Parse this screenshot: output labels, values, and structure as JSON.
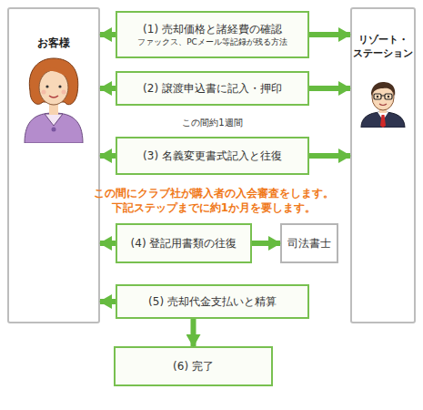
{
  "diagram": {
    "nodes": [
      {
        "text": [
          "お客様"
        ]
      },
      {
        "text": [
          "リゾート・ステーション"
        ]
      },
      {
        "text": [
          "(1) 売却価格と諸経費の確認",
          "ファックス、PCメール等記録が残る方法"
        ]
      },
      {
        "text": [
          "(2) 譲渡申込書に記入・押印"
        ]
      },
      {
        "text": [
          "(3) 名義変更書式記入と往復"
        ]
      },
      {
        "text": [
          "(4) 登記用書類の往復"
        ]
      },
      {
        "text": [
          "司法書士"
        ]
      },
      {
        "text": [
          "(5) 売却代金支払いと精算"
        ]
      },
      {
        "text": [
          "(6) 完了"
        ]
      }
    ],
    "edges": [
      {
        "from": 2,
        "to": 0,
        "arrow": "to"
      },
      {
        "from": 2,
        "to": 1,
        "arrow": "to"
      },
      {
        "from": 3,
        "to": 0,
        "arrow": "to"
      },
      {
        "from": 3,
        "to": 1,
        "arrow": "to"
      },
      {
        "from": 4,
        "to": 0,
        "arrow": "to"
      },
      {
        "from": 4,
        "to": 1,
        "arrow": "to"
      },
      {
        "from": 5,
        "to": 0,
        "arrow": "to"
      },
      {
        "from": 5,
        "to": 6,
        "arrow": "to"
      },
      {
        "from": 7,
        "to": 0,
        "arrow": "to"
      },
      {
        "from": 7,
        "to": 8,
        "arrow": "to"
      }
    ],
    "labels": [
      "この間約1週間",
      "この間にクラブ社が購入者の入会審査をします。",
      "下記ステップまでに約1か月を要します。"
    ]
  }
}
